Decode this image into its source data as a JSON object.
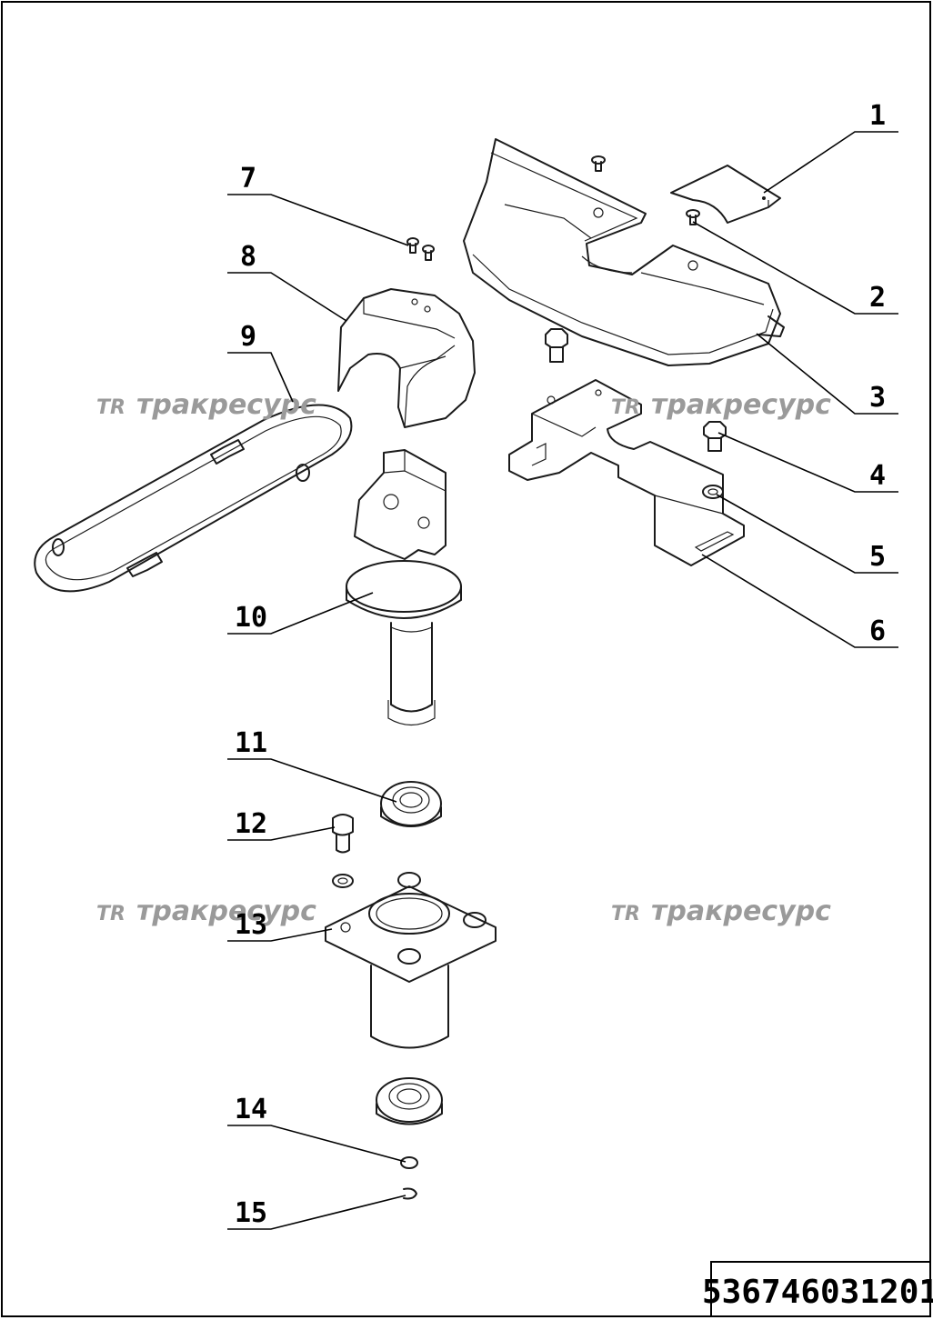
{
  "document_code": "536746031201",
  "watermark": {
    "text": "тракресурс",
    "logo": "TR",
    "color": "#9a9a9a"
  },
  "callouts": [
    {
      "id": "1",
      "label": "1"
    },
    {
      "id": "2",
      "label": "2"
    },
    {
      "id": "3",
      "label": "3"
    },
    {
      "id": "4",
      "label": "4"
    },
    {
      "id": "5",
      "label": "5"
    },
    {
      "id": "6",
      "label": "6"
    },
    {
      "id": "7",
      "label": "7"
    },
    {
      "id": "8",
      "label": "8"
    },
    {
      "id": "9",
      "label": "9"
    },
    {
      "id": "10",
      "label": "10"
    },
    {
      "id": "11",
      "label": "11"
    },
    {
      "id": "12",
      "label": "12"
    },
    {
      "id": "13",
      "label": "13"
    },
    {
      "id": "14",
      "label": "14"
    },
    {
      "id": "15",
      "label": "15"
    }
  ]
}
